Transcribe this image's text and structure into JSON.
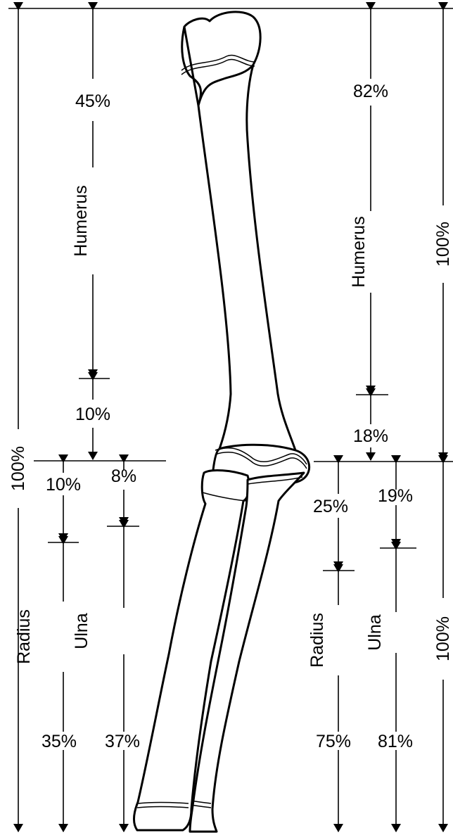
{
  "labels": {
    "left_total_arm": "100%",
    "left_humerus_distal": "45%",
    "left_humerus_name": "Humerus",
    "left_humerus_proximal": "10%",
    "left_radius_proximal": "10%",
    "left_radius_name": "Radius",
    "left_radius_distal": "35%",
    "left_ulna_proximal": "8%",
    "left_ulna_name": "Ulna",
    "left_ulna_distal": "37%",
    "right_humerus_distal": "82%",
    "right_humerus_name": "Humerus",
    "right_humerus_proximal": "18%",
    "right_humerus_total": "100%",
    "right_radius_proximal": "25%",
    "right_radius_name": "Radius",
    "right_radius_distal": "75%",
    "right_ulna_proximal": "19%",
    "right_ulna_name": "Ulna",
    "right_ulna_distal": "81%",
    "right_forearm_total": "100%"
  }
}
